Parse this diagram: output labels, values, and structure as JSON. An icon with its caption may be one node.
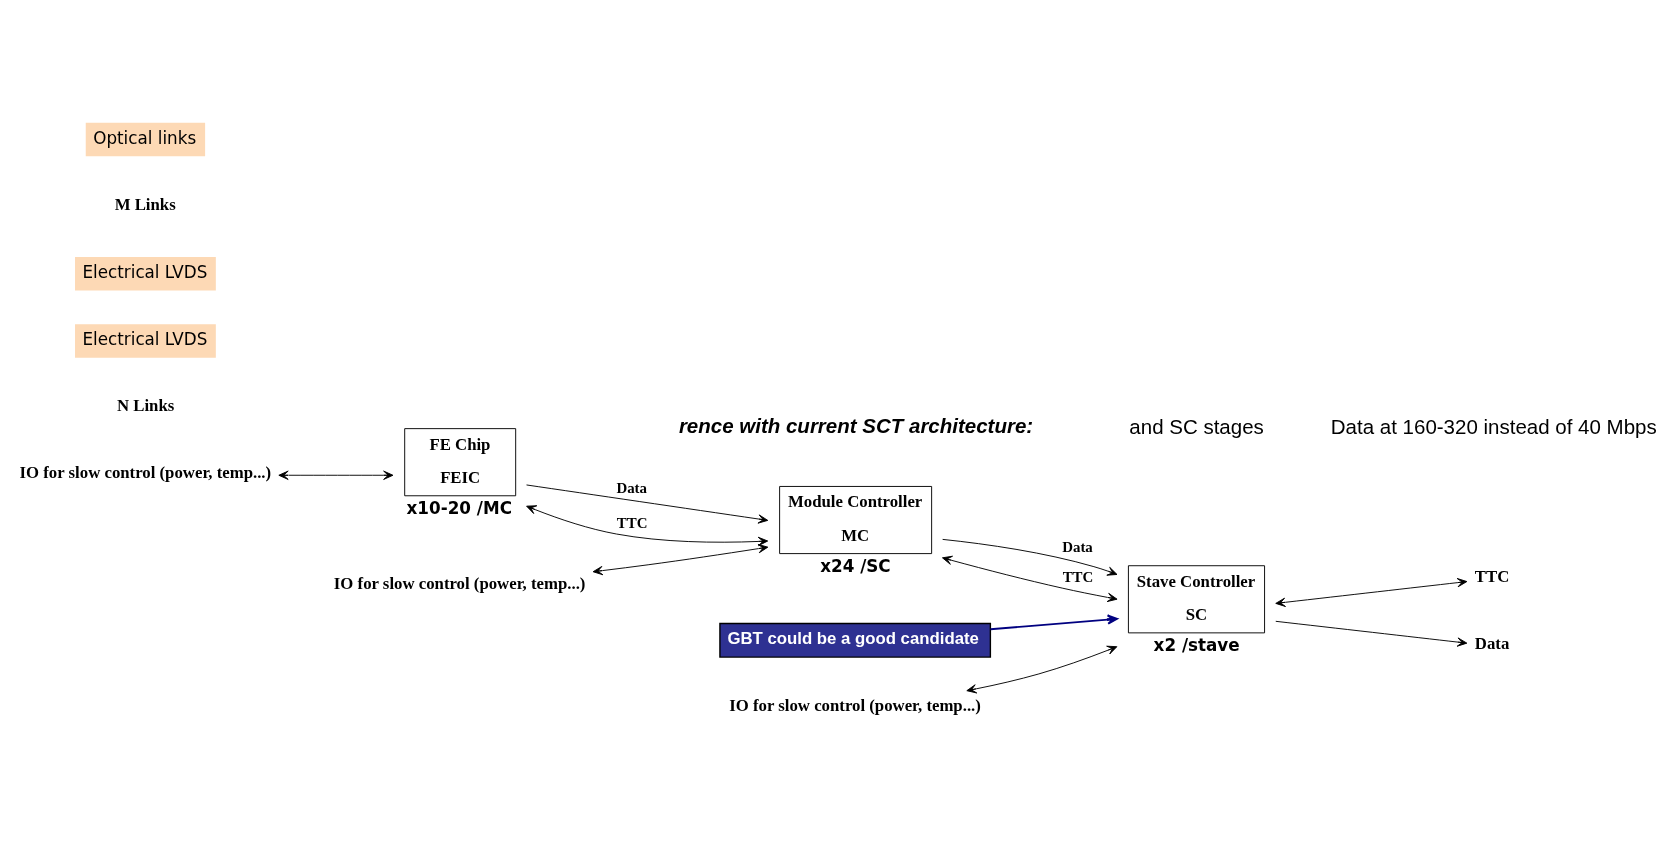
{
  "diagram": {
    "nodes": [
      {
        "text": [
          "IO for slow control (power, temp...)"
        ]
      },
      {
        "text": [
          "FE Chip",
          "FEIC"
        ],
        "beside": [
          "x10-20 /MC"
        ]
      },
      {
        "text": [
          "IO for slow control (power, temp...)"
        ]
      },
      {
        "text": [
          "Module Controller",
          "MC"
        ],
        "beside": [
          "x24 /SC"
        ]
      },
      {
        "text": [
          "GBT could be a good candidate"
        ]
      },
      {
        "text": [
          "IO for slow control (power, temp...)"
        ]
      },
      {
        "text": [
          "Stave Controller",
          "SC"
        ],
        "beside": [
          "x2 /stave"
        ]
      },
      {
        "text": [
          "TTC"
        ]
      },
      {
        "text": [
          "Data"
        ]
      }
    ],
    "edges": [
      {
        "from": 0,
        "to": 1,
        "arrow": "both"
      },
      {
        "from": 3,
        "to": 1,
        "arrow": "both",
        "label": "TTC"
      },
      {
        "from": 1,
        "to": 3,
        "arrow": "to",
        "label": "Data"
      },
      {
        "from": 2,
        "to": 3,
        "arrow": "both"
      },
      {
        "from": 6,
        "to": 3,
        "arrow": "both",
        "label": "TTC"
      },
      {
        "from": 3,
        "to": 6,
        "arrow": "to",
        "label": "Data"
      },
      {
        "from": 5,
        "to": 6,
        "arrow": "both"
      },
      {
        "from": 4,
        "to": 6,
        "arrow": "to",
        "color": "#000080"
      },
      {
        "from": 6,
        "to": 7,
        "arrow": "both"
      },
      {
        "from": 6,
        "to": 8,
        "arrow": "to"
      }
    ],
    "labels": [
      "N Links",
      "Electrical LVDS",
      "Electrical LVDS",
      "M Links",
      "Optical links",
      "rence with current SCT architecture:",
      "and SC stages",
      "Data at 160-320 instead of 40 Mbps"
    ]
  }
}
